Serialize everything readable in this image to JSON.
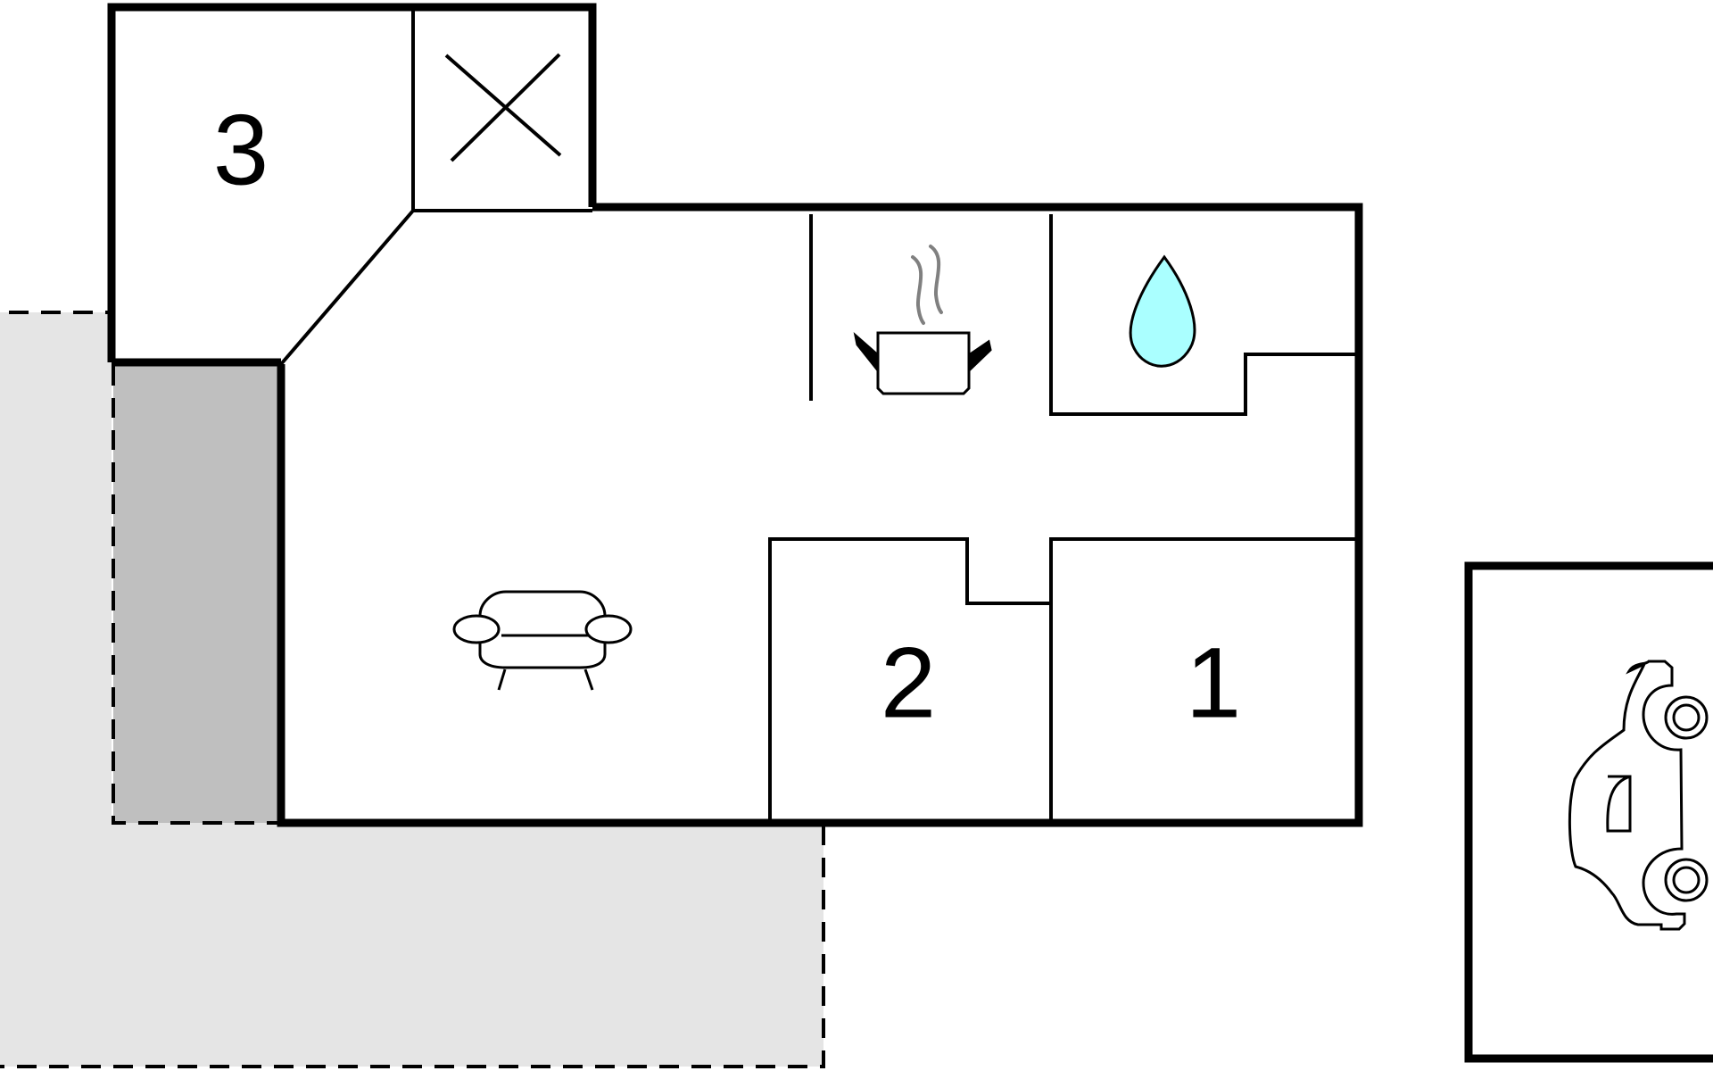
{
  "floorplan": {
    "rooms": [
      {
        "id": "bedroom-1",
        "label": "1",
        "icon": "number-label"
      },
      {
        "id": "bedroom-2",
        "label": "2",
        "icon": "number-label"
      },
      {
        "id": "bedroom-3",
        "label": "3",
        "icon": "number-label"
      }
    ],
    "icons": {
      "living_room": "sofa-icon",
      "kitchen": "cooking-pot-icon",
      "bathroom": "water-drop-icon",
      "storage": "cross-icon",
      "parking": "car-icon"
    },
    "colors": {
      "wall": "#000000",
      "terrace": "#e5e5e5",
      "covered_terrace": "#bfbfbf",
      "water_drop": "#aaffff",
      "steam": "#808080",
      "background": "#ffffff"
    }
  }
}
